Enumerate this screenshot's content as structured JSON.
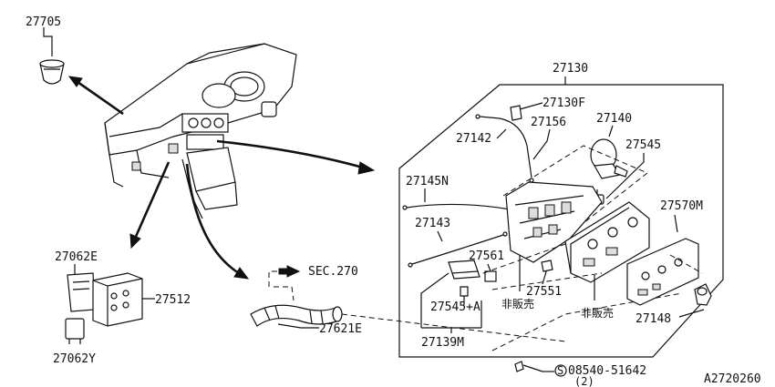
{
  "diagram_id": "A2720260",
  "labels": {
    "p27705": "27705",
    "p27130": "27130",
    "p27130F": "27130F",
    "p27156": "27156",
    "p27142": "27142",
    "p27140": "27140",
    "p27545": "27545",
    "p27145N": "27145N",
    "p27570M": "27570M",
    "p27143": "27143",
    "p27561": "27561",
    "p27062E": "27062E",
    "p27512": "27512",
    "p27062Y": "27062Y",
    "sec270": "SEC.270",
    "p27621E": "27621E",
    "p27545A": "27545+A",
    "p27551": "27551",
    "p27139M": "27139M",
    "p27148": "27148",
    "not_sold_1": "非販売",
    "not_sold_2": "非販売",
    "screw_symbol": "S",
    "screw_part": "08540-51642",
    "screw_qty": "(2)"
  }
}
